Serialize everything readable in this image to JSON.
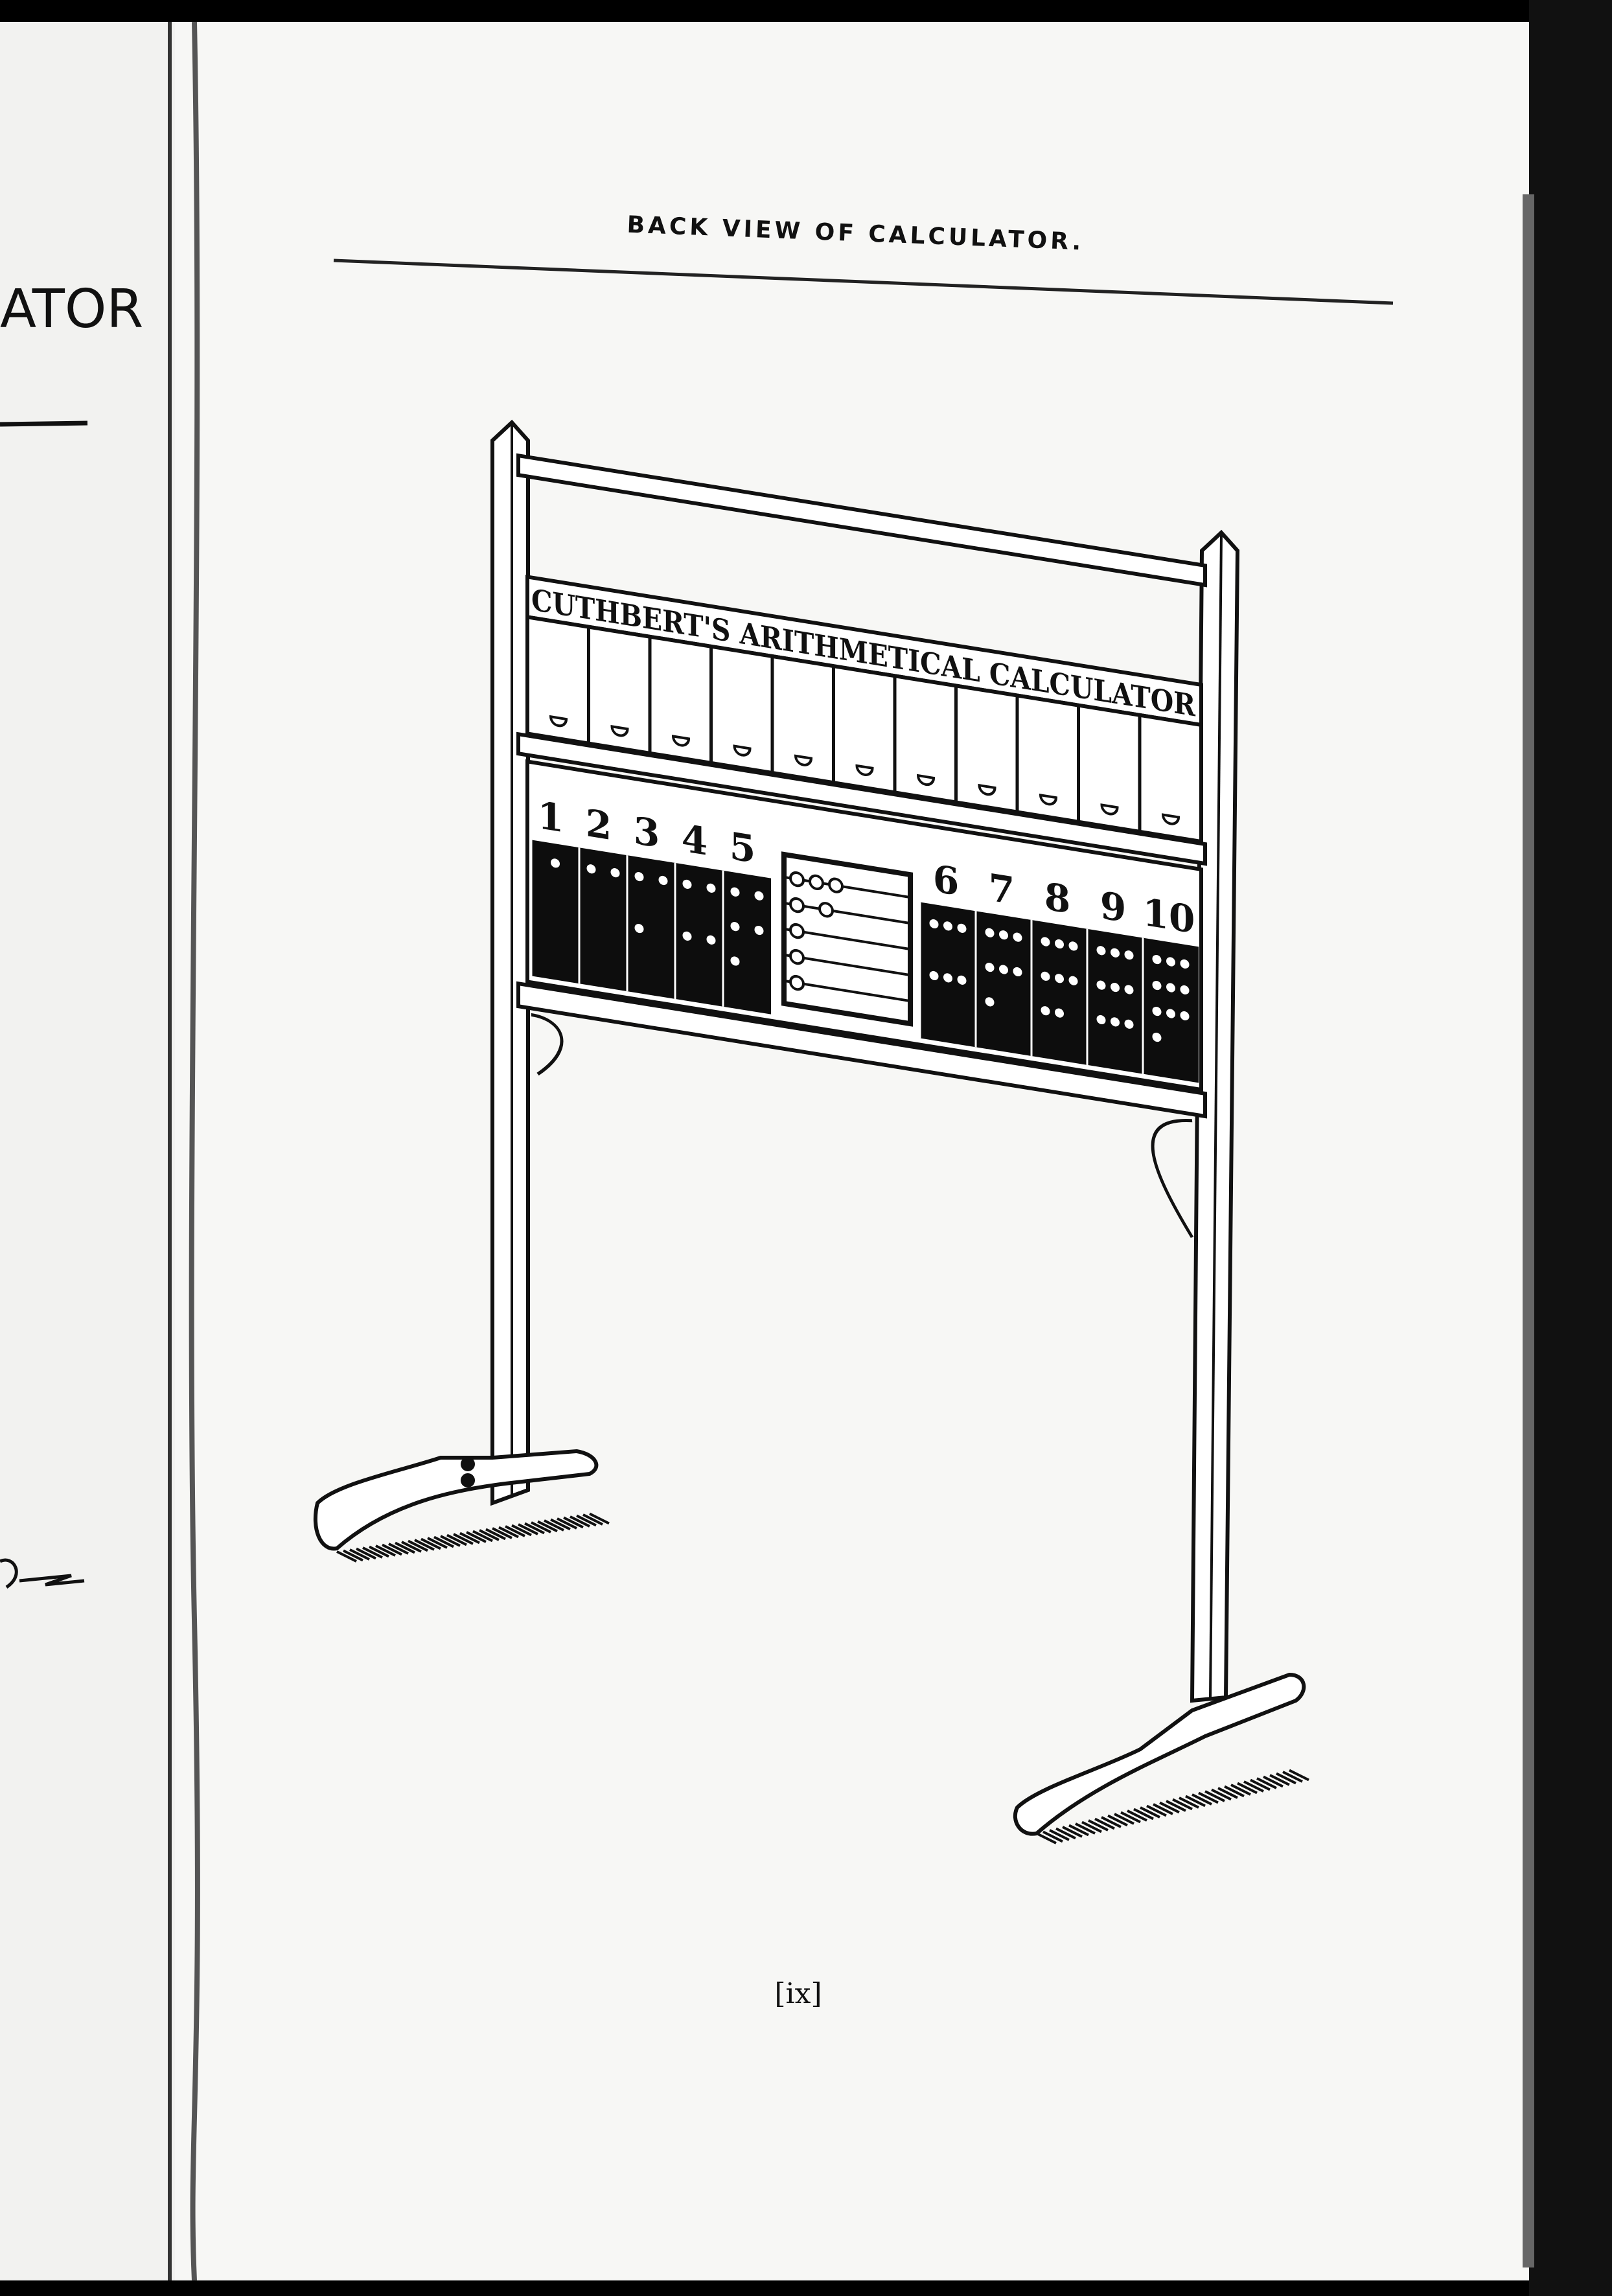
{
  "left_page": {
    "heading_fragment": "ATOR"
  },
  "right_page": {
    "title": "BACK VIEW OF CALCULATOR.",
    "illustration": {
      "board_label": "CUTHBERT'S ARITHMETICAL CALCULATOR",
      "numbers_left": [
        "1",
        "2",
        "3",
        "4",
        "5"
      ],
      "numbers_right": [
        "6",
        "7",
        "8",
        "9",
        "10"
      ]
    },
    "page_number": "[ix]"
  },
  "colors": {
    "paper": "#f7f7f5",
    "ink": "#111111",
    "scan_edge": "#000000"
  }
}
